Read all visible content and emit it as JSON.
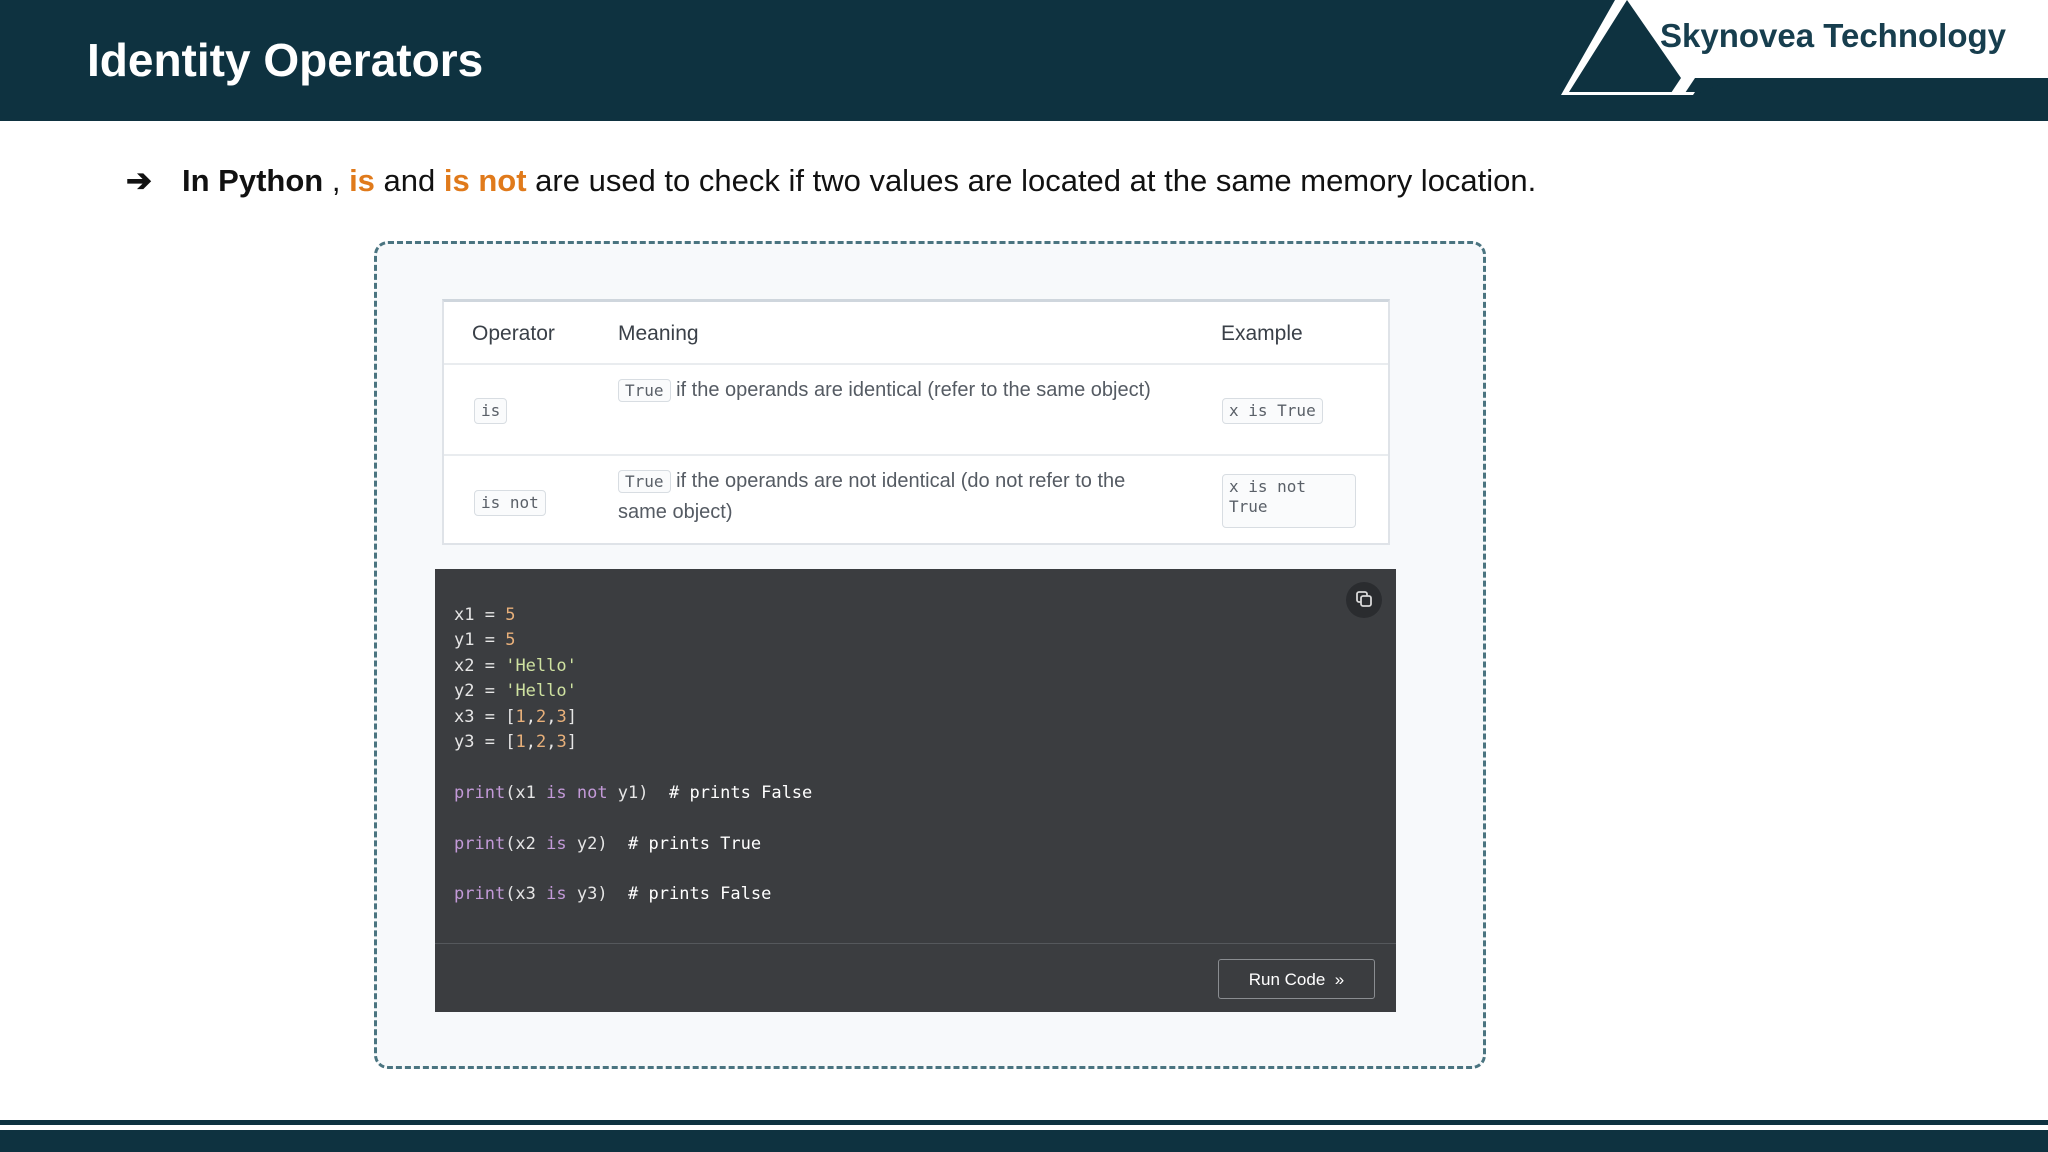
{
  "header": {
    "title": "Identity Operators",
    "brand": "Skynovea Technology",
    "colors": {
      "header_bg": "#0e3240",
      "accent": "#e07a1b"
    }
  },
  "bullet": {
    "arrow": "➔",
    "lead": "In Python",
    "sep": " , ",
    "kw1": "is",
    "mid": " and ",
    "kw2": "is not",
    "rest": " are used to check if two values are located at the same memory location."
  },
  "table": {
    "headers": {
      "operator": "Operator",
      "meaning": "Meaning",
      "example": "Example"
    },
    "rows": [
      {
        "operator": "is",
        "meaning_chip": "True",
        "meaning_text": " if the operands are identical (refer to the same object)",
        "example": "x is True"
      },
      {
        "operator": "is not",
        "meaning_chip": "True",
        "meaning_text": " if the operands are not identical (do not refer to the same object)",
        "example_line1": "x is not",
        "example_line2": "True"
      }
    ]
  },
  "code": {
    "lines": [
      {
        "var": "x1",
        "eq": " = ",
        "val": "5"
      },
      {
        "var": "y1",
        "eq": " = ",
        "val": "5"
      },
      {
        "var": "x2",
        "eq": " = ",
        "val": "'Hello'"
      },
      {
        "var": "y2",
        "eq": " = ",
        "val": "'Hello'"
      },
      {
        "var": "x3",
        "eq": " = ",
        "open": "[",
        "v1": "1",
        "c1": ",",
        "v2": "2",
        "c2": ",",
        "v3": "3",
        "close": "]"
      },
      {
        "var": "y3",
        "eq": " = ",
        "open": "[",
        "v1": "1",
        "c1": ",",
        "v2": "2",
        "c2": ",",
        "v3": "3",
        "close": "]"
      }
    ],
    "prints": [
      {
        "fn": "print",
        "open": "(x1 ",
        "kw": "is not",
        "close": " y1)",
        "comment": "  # prints False"
      },
      {
        "fn": "print",
        "open": "(x2 ",
        "kw": "is",
        "close": " y2)",
        "comment": "  # prints True"
      },
      {
        "fn": "print",
        "open": "(x3 ",
        "kw": "is",
        "close": " y3)",
        "comment": "  # prints False"
      }
    ],
    "copy_icon": "copy-icon",
    "run_label": "Run Code",
    "run_icon": "»"
  }
}
